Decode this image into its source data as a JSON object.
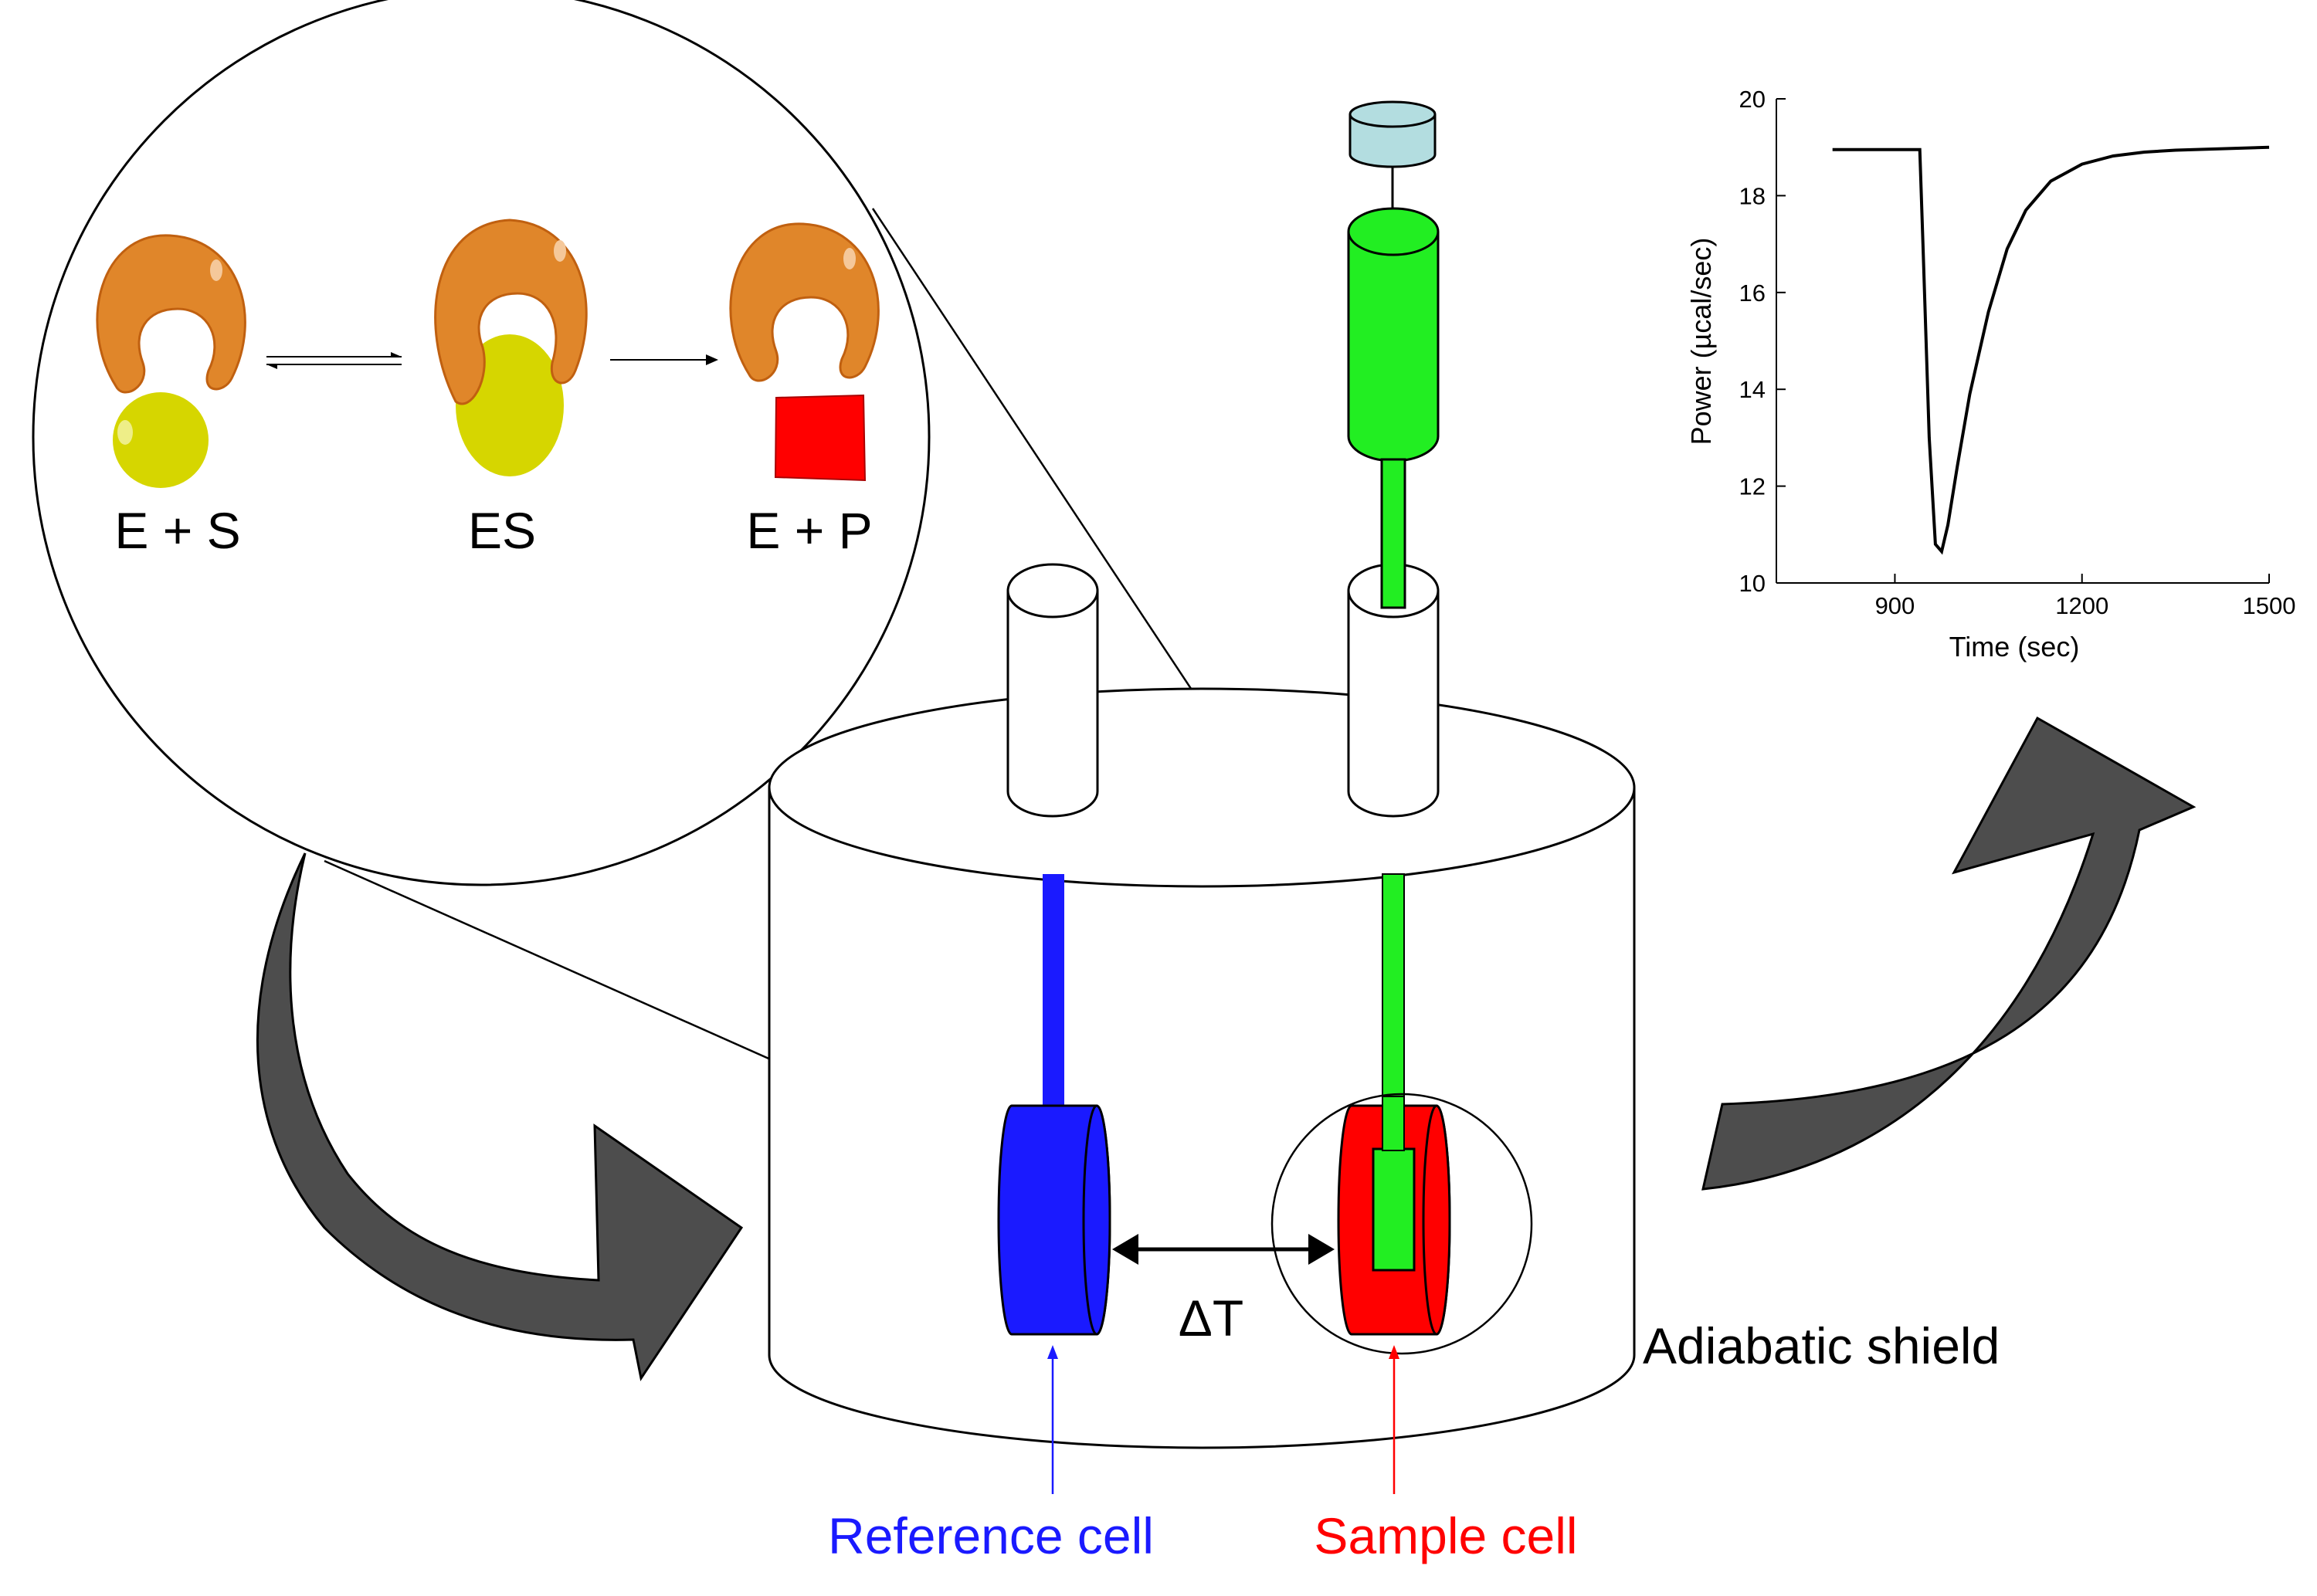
{
  "reaction": {
    "stage1": "E + S",
    "stage2": "ES",
    "stage3": "E + P"
  },
  "labels": {
    "delta_t": "ΔT",
    "adiabatic_shield": "Adiabatic shield",
    "reference_cell": "Reference cell",
    "sample_cell": "Sample cell"
  },
  "colors": {
    "reference": "#1a1aff",
    "sample": "#ff0000",
    "injector": "#22ee22",
    "enzyme": "#e0862a",
    "substrate": "#d6d600",
    "cap": "#b3dde0",
    "arrow": "#4d4d4d"
  },
  "chart_data": {
    "type": "line",
    "xlabel": "Time (sec)",
    "ylabel": "Power (µcal/sec)",
    "xlim": [
      710,
      1500
    ],
    "ylim": [
      10,
      20
    ],
    "xticks": [
      "900",
      "1200",
      "1500"
    ],
    "yticks": [
      "10",
      "12",
      "14",
      "16",
      "18",
      "20"
    ],
    "series": [
      {
        "x": [
          800,
          850,
          900,
          940,
          945,
          955,
          965,
          975,
          985,
          1000,
          1020,
          1050,
          1080,
          1110,
          1150,
          1200,
          1250,
          1300,
          1350,
          1400,
          1450,
          1500
        ],
        "values": [
          18.95,
          18.95,
          18.95,
          18.95,
          17.0,
          13.0,
          10.8,
          10.65,
          11.2,
          12.4,
          13.9,
          15.6,
          16.9,
          17.7,
          18.3,
          18.65,
          18.82,
          18.9,
          18.94,
          18.96,
          18.98,
          19.0
        ]
      }
    ]
  }
}
